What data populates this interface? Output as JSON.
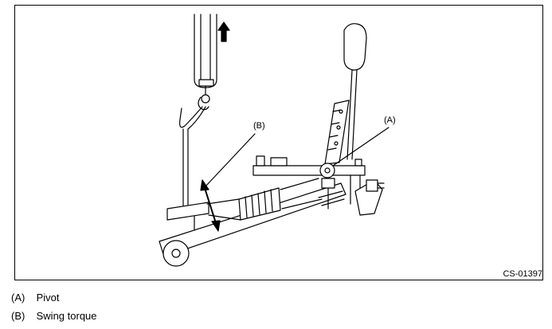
{
  "diagram": {
    "figure_id": "CS-01397",
    "callouts": {
      "a": "(A)",
      "b": "(B)"
    },
    "legend": [
      {
        "key": "(A)",
        "label": "Pivot"
      },
      {
        "key": "(B)",
        "label": "Swing torque"
      }
    ]
  }
}
